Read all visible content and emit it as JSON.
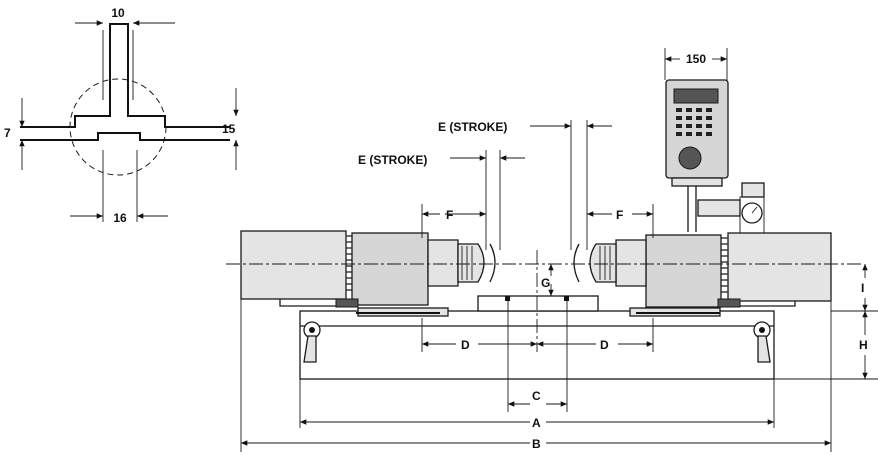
{
  "labels": {
    "slot_width": "10",
    "slot_height_left": "7",
    "slot_height_right": "15",
    "slot_base": "16",
    "controller_width": "150",
    "stroke_left": "E (STROKE)",
    "stroke_right": "E (STROKE)",
    "f_left": "F",
    "f_right": "F",
    "g": "G",
    "i": "I",
    "h": "H",
    "d_left": "D",
    "d_right": "D",
    "c": "C",
    "a": "A",
    "b": "B"
  }
}
